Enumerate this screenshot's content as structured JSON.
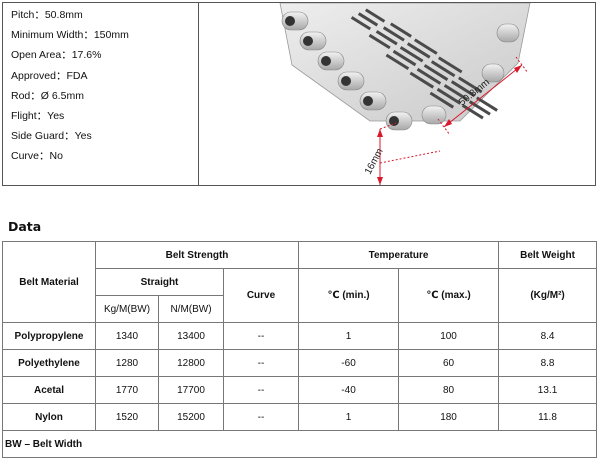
{
  "specs": {
    "pitch": "Pitch：50.8mm",
    "min_width": "Minimum Width：150mm",
    "open_area": "Open Area：17.6%",
    "approved": "Approved：FDA",
    "rod": "Rod：Ø 6.5mm",
    "flight": "Flight：Yes",
    "side_guard": "Side Guard：Yes",
    "curve": "Curve：No"
  },
  "diagram": {
    "pitch_dim": "50.8mm",
    "height_dim": "16mm",
    "dim_color": "#d9182b"
  },
  "section_title": "Data",
  "table": {
    "h_material": "Belt Material",
    "h_strength": "Belt Strength",
    "h_temperature": "Temperature",
    "h_weight": "Belt Weight",
    "h_straight": "Straight",
    "h_curve": "Curve",
    "h_min": "℃ (min.)",
    "h_max": "℃ (max.)",
    "h_unit": "(Kg/M²)",
    "h_kg": "Kg/M(BW)",
    "h_nm": "N/M(BW)",
    "rows": [
      {
        "material": "Polypropylene",
        "kg": "1340",
        "nm": "13400",
        "curve": "--",
        "tmin": "1",
        "tmax": "100",
        "weight": "8.4"
      },
      {
        "material": "Polyethylene",
        "kg": "1280",
        "nm": "12800",
        "curve": "--",
        "tmin": "-60",
        "tmax": "60",
        "weight": "8.8"
      },
      {
        "material": "Acetal",
        "kg": "1770",
        "nm": "17700",
        "curve": "--",
        "tmin": "-40",
        "tmax": "80",
        "weight": "13.1"
      },
      {
        "material": "Nylon",
        "kg": "1520",
        "nm": "15200",
        "curve": "--",
        "tmin": "1",
        "tmax": "180",
        "weight": "11.8"
      }
    ],
    "footnote": "BW – Belt Width"
  }
}
